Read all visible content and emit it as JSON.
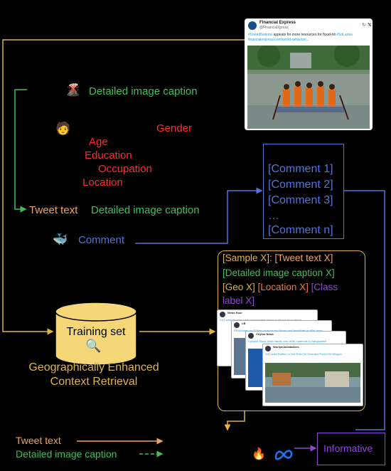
{
  "tweet": {
    "account_name": "Financial Express",
    "handle": "@FinancialXpress",
    "text_hashtag1": "#UnitedNations",
    "text_main": " appeals for more resources for flood-hit ",
    "text_hashtag2": "#SriLanka",
    "link": "financialexpress.com/world-news/uni..."
  },
  "left_labels": {
    "image_caption": "Detailed image caption",
    "gender": "Gender",
    "age": "Age",
    "education": "Education",
    "occupation": "Occupation",
    "location": "Location",
    "tweet_text": "Tweet text",
    "image_caption_2": "Detailed image caption",
    "comment": "Comment"
  },
  "comments": [
    "[Comment 1]",
    "[Comment 2]",
    "[Comment 3]",
    "…",
    "[Comment n]"
  ],
  "sample": {
    "sample_x": "[Sample X]:",
    "tweet_text_x": "[Tweet text X]",
    "caption_x": "[Detailed image caption X]",
    "geo_x": "[Geo X]",
    "location_x": "[Location X]",
    "class_label_1": "[Class",
    "class_label_2": "label X]"
  },
  "mini_cards": [
    {
      "name": "News Hour",
      "snippet": "Sri Lanka disaster rapid assessment teams to #flood-hit southern"
    },
    {
      "name": "LB",
      "snippet": "LB updates on SI May on monsoon floods and landslides in #SriLanka"
    },
    {
      "name": "Ceylon News",
      "snippet": "Cyclone Mora: India hands over relief materials to Bangladesh"
    },
    {
      "name": "Worlymindedatives",
      "snippet": "Sri Lanka Battles to Get Relief to Stranded Flood-Hit Villages"
    }
  ],
  "training": {
    "cylinder_label": "Training set",
    "retrieval_label": "Geographically Enhanced Context Retrieval"
  },
  "legend": {
    "tweet_text": "Tweet text",
    "image_caption": "Detailed image caption"
  },
  "output": {
    "label": "Informative"
  },
  "colors": {
    "green": "#3fbf55",
    "red": "#ff2a2a",
    "orange": "#f5a15a",
    "blue": "#4f75d6",
    "purple": "#8e49d3",
    "gold": "#e0b24a"
  },
  "icons": [
    "volcano-icon",
    "person-icon",
    "whale-icon",
    "magnifier-icon",
    "flame-icon",
    "meta-icon"
  ]
}
